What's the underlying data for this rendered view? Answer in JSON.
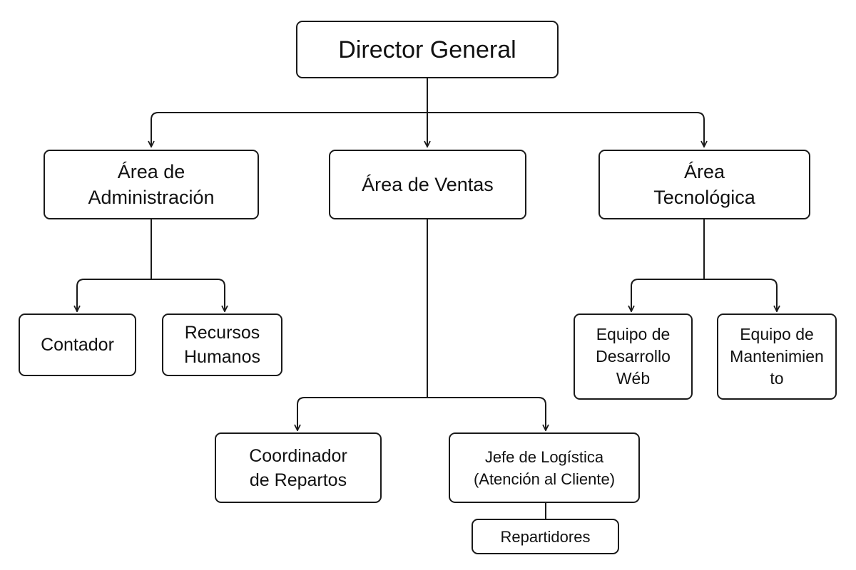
{
  "org_chart": {
    "director": "Director General",
    "areas": {
      "administracion": "Área de\nAdministración",
      "ventas": "Área de Ventas",
      "tecnologica": "Área\nTecnológica"
    },
    "administracion_units": {
      "contador": "Contador",
      "rrhh": "Recursos\nHumanos"
    },
    "ventas_units": {
      "coordinador": "Coordinador\nde Repartos",
      "logistica": "Jefe de Logística\n(Atención al Cliente)",
      "repartidores": "Repartidores"
    },
    "tecnologica_units": {
      "desarrollo": "Equipo de\nDesarrollo\nWéb",
      "mantenimiento": "Equipo de\nMantenimien\nto"
    }
  }
}
